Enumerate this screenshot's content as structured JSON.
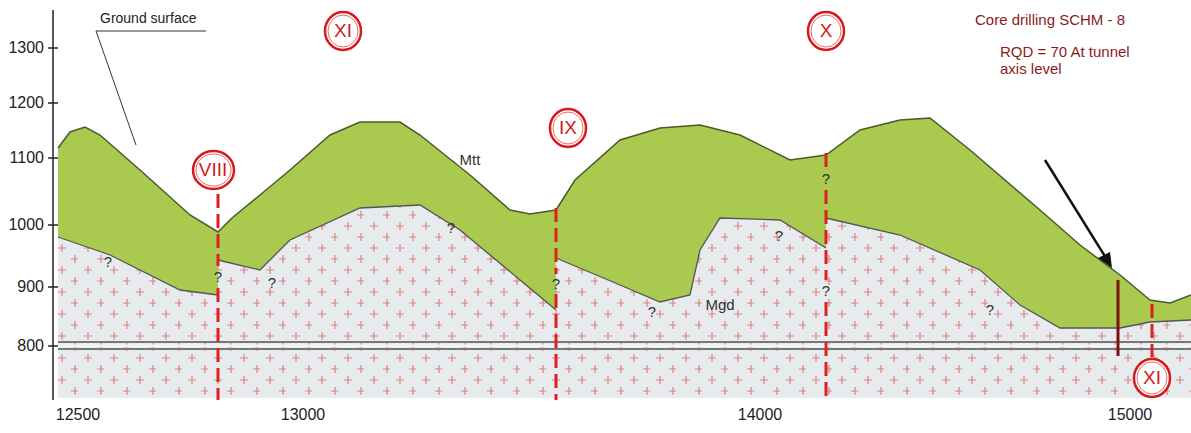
{
  "diagram": {
    "nodes": [
      {
        "text": [
          "XI"
        ]
      },
      {
        "text": [
          "VIII"
        ]
      },
      {
        "text": [
          "IX"
        ]
      },
      {
        "text": [
          "X"
        ]
      },
      {
        "text": [
          "XI"
        ]
      }
    ],
    "labels": [
      "1300",
      "1200",
      "1100",
      "1000",
      "900",
      "800",
      "12500",
      "13000",
      "14000",
      "15000",
      "Ground surface",
      "Mtt",
      "Mgd",
      "?",
      "?",
      "?",
      "?",
      "?",
      "?",
      "?",
      "?",
      "?",
      "?",
      "Core drilling SCHM - 8",
      "RQD = 70 At tunnel axis level"
    ]
  }
}
